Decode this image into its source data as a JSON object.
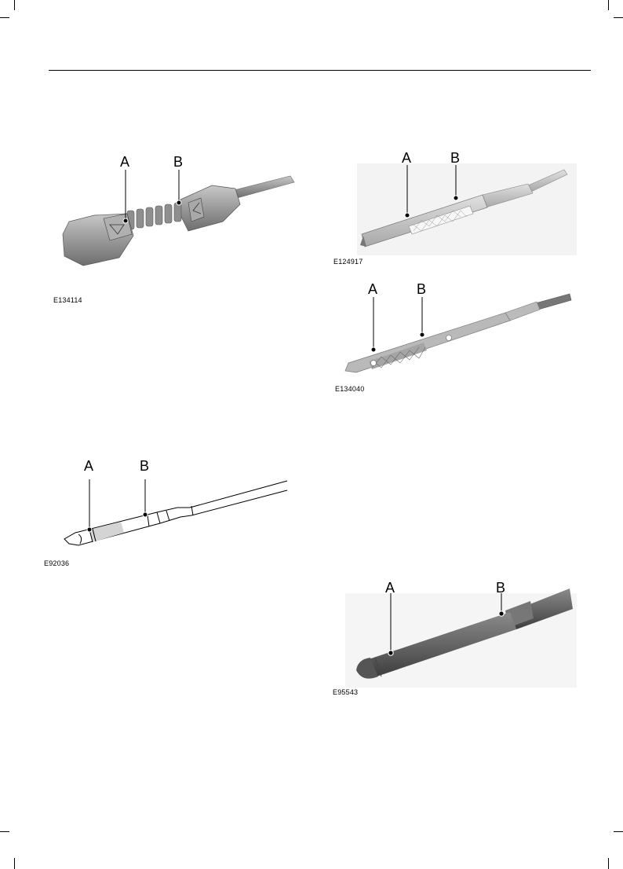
{
  "figures": [
    {
      "id": "fig1",
      "code": "E134114",
      "label_a": "A",
      "label_b": "B"
    },
    {
      "id": "fig2",
      "code": "E124917",
      "label_a": "A",
      "label_b": "B"
    },
    {
      "id": "fig3",
      "code": "E134040",
      "label_a": "A",
      "label_b": "B"
    },
    {
      "id": "fig4",
      "code": "E92036",
      "label_a": "A",
      "label_b": "B"
    },
    {
      "id": "fig5",
      "code": "E95543",
      "label_a": "A",
      "label_b": "B"
    }
  ]
}
